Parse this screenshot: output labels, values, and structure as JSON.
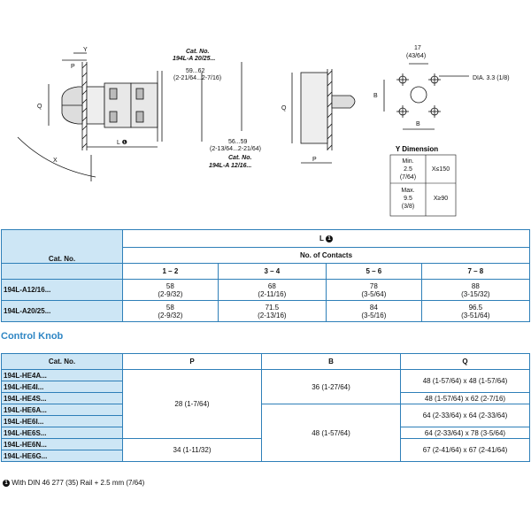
{
  "drawing": {
    "dim_y": "Y",
    "dim_p": "P",
    "dim_q": "Q",
    "dim_x": "X",
    "dim_l": "L",
    "catno_a_title": "Cat. No.",
    "catno_a_value": "194L-A 20/25...",
    "dim_59_62": "59...62",
    "dim_59_62_in": "(2-21/64...2-7/16)",
    "dim_56_59": "56...59",
    "dim_56_59_in": "(2-13/64...2-21/64)",
    "catno_b_title": "Cat. No.",
    "catno_b_value": "194L-A 12/16...",
    "side_q": "Q",
    "side_p": "P",
    "dim_17": "17",
    "dim_17_in": "(43/64)",
    "dia": "DIA. 3.3 (1/8)",
    "dim_b1": "B",
    "dim_b2": "B"
  },
  "y_dimension": {
    "title": "Y Dimension",
    "rows": [
      {
        "label": [
          "Min.",
          "2.5",
          "(7/64)"
        ],
        "value": "X≤150"
      },
      {
        "label": [
          "Max.",
          "9.5",
          "(3/8)"
        ],
        "value": "X≥90"
      }
    ]
  },
  "table_l": {
    "cat_header": "Cat. No.",
    "l_header": "L",
    "contacts_header": "No. of Contacts",
    "columns": [
      "1 – 2",
      "3 – 4",
      "5 – 6",
      "7 – 8"
    ],
    "rows": [
      {
        "cat": "194L-A12/16...",
        "cells": [
          [
            "58",
            "(2-9/32)"
          ],
          [
            "68",
            "(2-11/16)"
          ],
          [
            "78",
            "(3-5/64)"
          ],
          [
            "88",
            "(3-15/32)"
          ]
        ]
      },
      {
        "cat": "194L-A20/25...",
        "cells": [
          [
            "58",
            "(2-9/32)"
          ],
          [
            "71.5",
            "(2-13/16)"
          ],
          [
            "84",
            "(3-5/16)"
          ],
          [
            "96.5",
            "(3-51/64)"
          ]
        ]
      }
    ]
  },
  "section_heading": "Control Knob",
  "table_knob": {
    "headers": [
      "Cat. No.",
      "P",
      "B",
      "Q"
    ],
    "cat_numbers": [
      "194L-HE4A...",
      "194L-HE4I...",
      "194L-HE4S...",
      "194L-HE6A...",
      "194L-HE6I...",
      "194L-HE6S...",
      "194L-HE6N...",
      "194L-HE6G..."
    ],
    "p_values": [
      "28 (1-7/64)",
      "34 (1-11/32)"
    ],
    "b_values": [
      "36 (1-27/64)",
      "48 (1-57/64)"
    ],
    "q_values": [
      "48 (1-57/64) x 48 (1-57/64)",
      "48 (1-57/64) x 62 (2-7/16)",
      "64 (2-33/64) x 64 (2-33/64)",
      "64 (2-33/64) x 78 (3-5/64)",
      "67 (2-41/64) x 67 (2-41/64)"
    ]
  },
  "footnote_marker": "1",
  "footnote": "With DIN 46 277 (35) Rail + 2.5 mm (7/64)"
}
